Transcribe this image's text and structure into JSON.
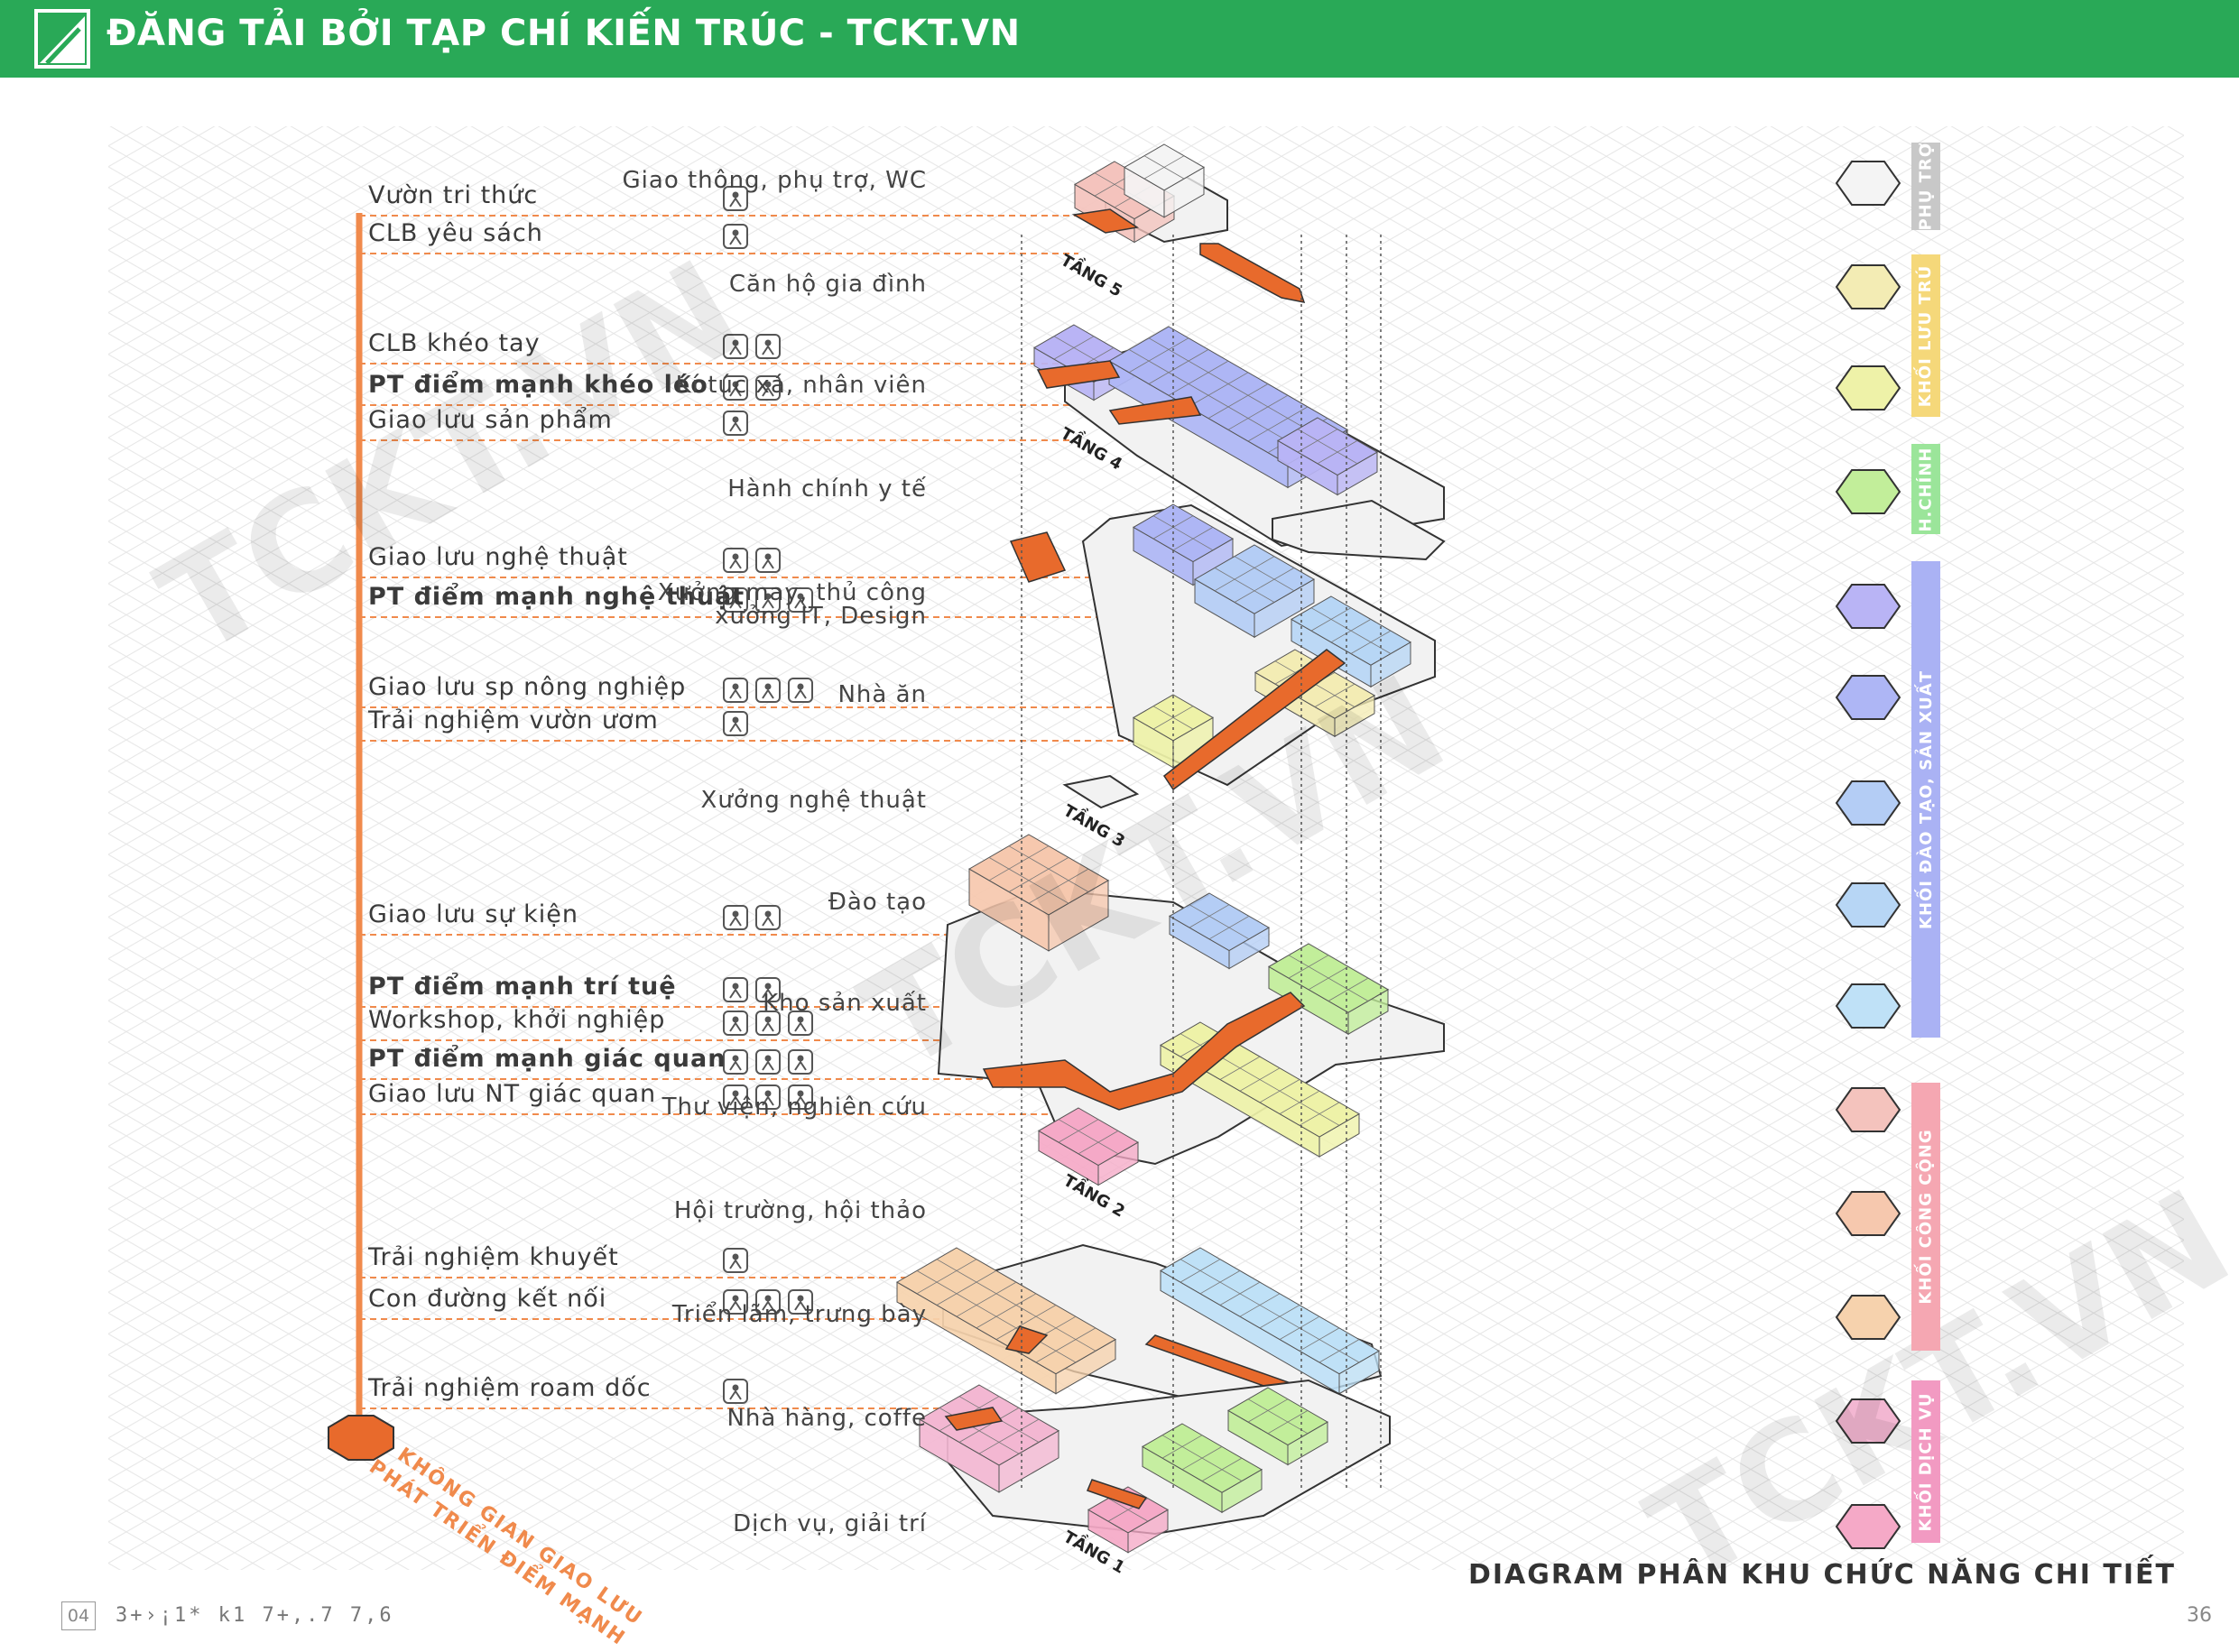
{
  "banner": {
    "title": "ĐĂNG TẢI BỞI TẠP CHÍ KIẾN TRÚC - TCKT.VN"
  },
  "watermark": "TCKT.VN",
  "colors": {
    "banner": "#29a957",
    "spine": "#f08a4c",
    "slab": "#f2f2f2",
    "circulation": "#e86a2c"
  },
  "floors": [
    "TẦNG 5",
    "TẦNG 4",
    "TẦNG 3",
    "TẦNG 2",
    "TẦNG 1"
  ],
  "spaces": [
    {
      "label": "Vườn tri thức",
      "bold": false
    },
    {
      "label": "CLB yêu sách",
      "bold": false
    },
    {
      "label": "CLB khéo tay",
      "bold": false
    },
    {
      "label": "PT điểm mạnh khéo léo",
      "bold": true
    },
    {
      "label": "Giao lưu sản phẩm",
      "bold": false
    },
    {
      "label": "Giao lưu nghệ thuật",
      "bold": false
    },
    {
      "label": "PT điểm mạnh nghệ thuật",
      "bold": true
    },
    {
      "label": "Giao lưu sp nông nghiệp",
      "bold": false
    },
    {
      "label": "Trải nghiệm vườn ươm",
      "bold": false
    },
    {
      "label": "Giao lưu sự kiện",
      "bold": false
    },
    {
      "label": "PT điểm mạnh trí tuệ",
      "bold": true
    },
    {
      "label": "Workshop, khởi nghiệp",
      "bold": false
    },
    {
      "label": "PT điểm mạnh giác quan",
      "bold": true
    },
    {
      "label": "Giao lưu NT giác quan",
      "bold": false
    },
    {
      "label": "Trải nghiệm khuyết",
      "bold": false
    },
    {
      "label": "Con đường kết nối",
      "bold": false
    },
    {
      "label": "Trải nghiệm roam dốc",
      "bold": false
    }
  ],
  "hub": {
    "line1": "KHÔNG GIAN GIAO LƯU",
    "line2": "PHÁT TRIỂN ĐIỂM MẠNH"
  },
  "legend": [
    {
      "label": "Giao thông, phụ trợ, WC",
      "color": "#f4f4f4"
    },
    {
      "label": "Căn hộ gia đình",
      "color": "#f3ecb4"
    },
    {
      "label": "Kí túc xá, nhân viên",
      "color": "#eef2a8"
    },
    {
      "label": "Hành chính y tế",
      "color": "#c2ee9a"
    },
    {
      "label": "Xưởng may, thủ công",
      "label2": "xưởng IT, Design",
      "color": "#b9b4f5"
    },
    {
      "label": "Nhà ăn",
      "color": "#aeb6f5"
    },
    {
      "label": "Xưởng nghệ thuật",
      "color": "#b4cdf5"
    },
    {
      "label": "Đào tạo",
      "color": "#b7d6f5"
    },
    {
      "label": "Kho sản xuất",
      "color": "#bfe1f7"
    },
    {
      "label": "Thư viện, nghiên cứu",
      "color": "#f4c3bd"
    },
    {
      "label": "Hội trường, hội thảo",
      "color": "#f6c8ae"
    },
    {
      "label": "Triển lãm, trưng bày",
      "color": "#f6d2ad"
    },
    {
      "label": "Nhà hàng, coffe",
      "color": "#f3b7d2"
    },
    {
      "label": "Dịch vụ, giải trí",
      "color": "#f5a9c7"
    }
  ],
  "groups": [
    {
      "label": "PHỤ TRỢ",
      "color": "#c8c8c8"
    },
    {
      "label": "KHỐI LƯU TRÚ",
      "color": "#f5d87a"
    },
    {
      "label": "H.CHÍNH",
      "color": "#9be59a"
    },
    {
      "label": "KHỐI ĐÀO TẠO, SẢN XUẤT",
      "color": "#aab2f4"
    },
    {
      "label": "KHỐI CÔNG CỘNG",
      "color": "#f5a7b2"
    },
    {
      "label": "KHỐI DỊCH VỤ",
      "color": "#f29ac2"
    }
  ],
  "diagram_title": "DIAGRAM PHÂN KHU CHỨC NĂNG CHI TIẾT",
  "footer": {
    "page_box": "04",
    "code": "3+›¡1* k1 7+,.7 7,6",
    "page_number": "36"
  }
}
